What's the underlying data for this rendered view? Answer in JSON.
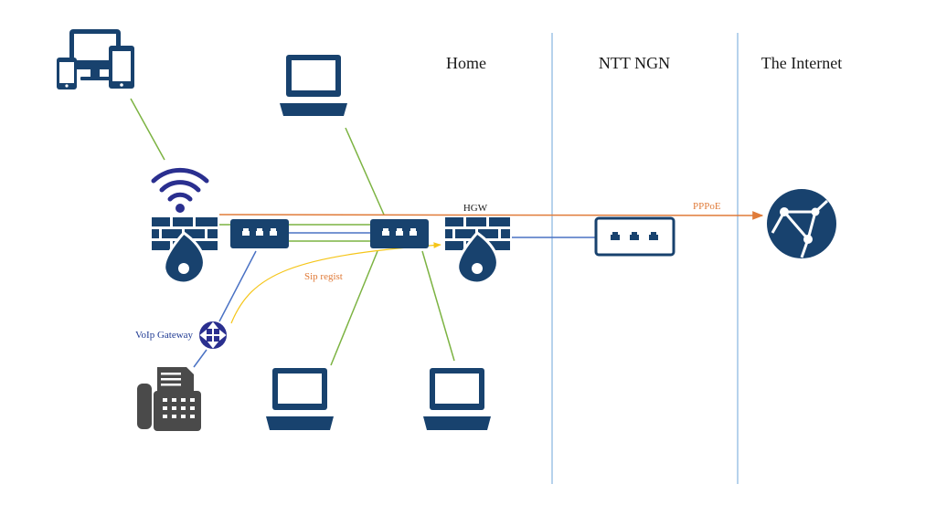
{
  "zones": {
    "home": "Home",
    "ntt_ngn": "NTT NGN",
    "internet": "The Internet"
  },
  "labels": {
    "hgw": "HGW",
    "pppoe": "PPPoE",
    "sip_regist": "Sip regist",
    "voip_gateway": "VoIp Gateway"
  },
  "colors": {
    "device_navy": "#18426e",
    "link_green": "#7cb342",
    "link_blue": "#4a72c4",
    "pppoe_orange": "#e07b39",
    "sip_yellow": "#f5c518",
    "zone_divider": "#9dc3e6",
    "fax_gray": "#4a4a4a",
    "voip_label": "#1f3a93"
  },
  "icons": [
    "multi-device-icon",
    "wifi-icon",
    "firewall-icon",
    "switch-icon",
    "laptop-icon",
    "router-icon",
    "fax-icon",
    "globe-icon",
    "onu-icon"
  ]
}
